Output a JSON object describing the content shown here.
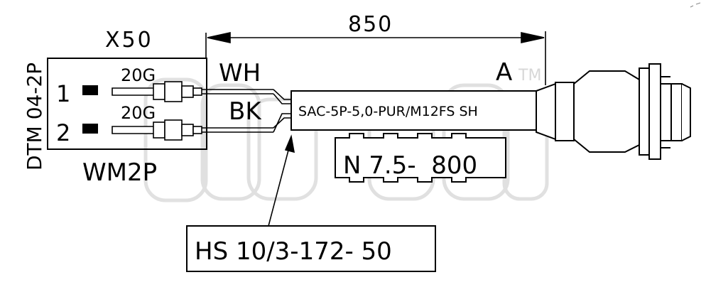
{
  "connector": {
    "name": "X50",
    "type": "DTM 04-2P",
    "seal": "WM2P",
    "pins": [
      {
        "number": "1",
        "gauge": "20G"
      },
      {
        "number": "2",
        "gauge": "20G"
      }
    ]
  },
  "wires": {
    "top_color": "WH",
    "bottom_color": "BK"
  },
  "dimension": {
    "length": "850"
  },
  "cable": {
    "part": "SAC-5P-5,0-PUR/M12FS SH",
    "end_label": "A"
  },
  "heat_shrink": {
    "part": "HS 10/3-172- 50"
  },
  "conduit": {
    "part": "N 7.5-  800"
  },
  "watermark": {
    "text": "ar",
    "mark": "TM"
  }
}
